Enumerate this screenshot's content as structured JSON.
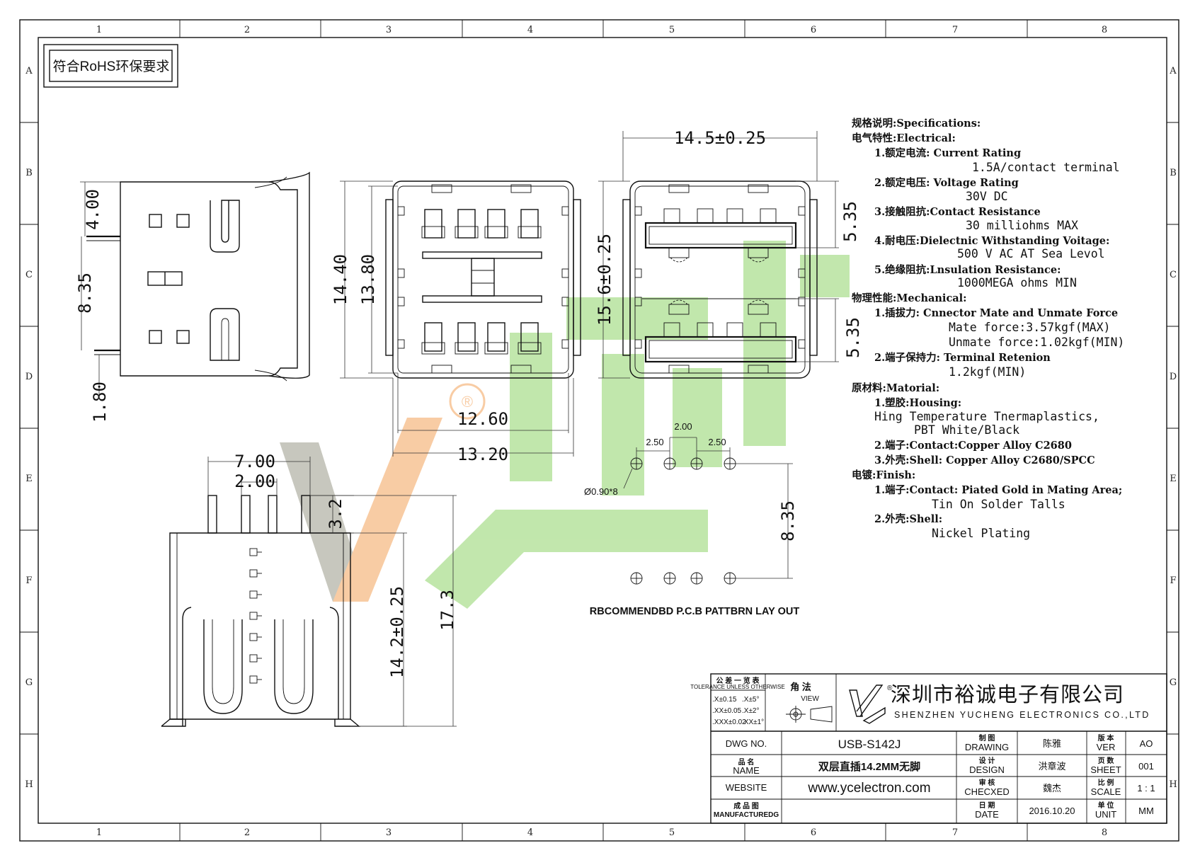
{
  "frame": {
    "col_labels": [
      "1",
      "2",
      "3",
      "4",
      "5",
      "6",
      "7",
      "8"
    ],
    "row_labels": [
      "A",
      "B",
      "C",
      "D",
      "E",
      "F",
      "G",
      "H"
    ]
  },
  "compliance_box": "符合RoHS环保要求",
  "dimensions": {
    "side_4_00": "4.00",
    "side_8_35": "8.35",
    "side_1_80": "1.80",
    "front_14_40": "14.40",
    "front_13_80": "13.80",
    "front_12_60": "12.60",
    "front_13_20": "13.20",
    "rear_14_5": "14.5±0.25",
    "rear_15_6": "15.6±0.25",
    "rear_5_35_top": "5.35",
    "rear_5_35_bottom": "5.35",
    "bottom_7_00": "7.00",
    "bottom_2_00": "2.00",
    "bottom_3_2": "3.2",
    "bottom_14_2": "14.2±0.25",
    "bottom_17_3": "17.3",
    "pcb_2_00": "2.00",
    "pcb_2_50_left": "2.50",
    "pcb_2_50_right": "2.50",
    "pcb_hole": "Ø0.90*8",
    "pcb_8_35": "8.35"
  },
  "pcb_layout_title": "RBCOMMENDBD P.C.B PATTBRN LAY OUT",
  "specifications": {
    "heading": "规格说明:Specifications:",
    "electrical": "电气特性:Electrical:",
    "current_label": "1.额定电流: Current Rating",
    "current_value": "1.5A/contact terminal",
    "voltage_label": "2.额定电压: Voltage Rating",
    "voltage_value": "30V DC",
    "contact_res_label": "3.接触阻抗:Contact Resistance",
    "contact_res_value": "30 milliohms MAX",
    "dielectric_label": "4.耐电压:Dielectnic Withstanding Voitage:",
    "dielectric_value": "500 V AC AT Sea Levol",
    "insulation_label": "5.绝缘阻抗:Lnsulation Resistance:",
    "insulation_value": "1000MEGA ohms MIN",
    "mechanical": "物理性能:Mechanical:",
    "mate_label": "1.插拔力: Cnnector Mate and Unmate Force",
    "mate_value": "Mate force:3.57kgf(MAX)",
    "unmate_value": "Unmate force:1.02kgf(MIN)",
    "retention_label": "2.端子保持力: Terminal Retenion",
    "retention_value": "1.2kgf(MIN)",
    "material": "原材料:Matorial:",
    "housing_label": "1.塑胶:Housing:",
    "housing_value1": "Hing Temperature  Tnermaplastics,",
    "housing_value2": "PBT White/Black",
    "contact_label": "2.端子:Contact:Copper Alloy C2680",
    "shell_label": "3.外壳:Shell: Copper Alloy C2680/SPCC",
    "finish": "电镀:Finish:",
    "finish_contact_label": "1.端子:Contact: Piated Gold in Mating Area;",
    "finish_contact_value": "Tin On Solder Talls",
    "finish_shell_label": "2.外壳:Shell:",
    "finish_shell_value": "Nickel Plating"
  },
  "title_block": {
    "tolerance_title": "公 差 一 览 表",
    "tolerance_sub": "TOLERANCE UNLESS OTHERWISE",
    "tol_x": ".X±0.15",
    "tol_xx": ".XX±0.05",
    "tol_xxx": ".XXX±0.02",
    "tol_ang1": ".X±5°",
    "tol_ang2": ".X±2°",
    "tol_ang3": ".XX±1°",
    "view_cn": "角 法",
    "view_en": "VIEW",
    "company_cn": "深圳市裕诚电子有限公司",
    "company_en": "SHENZHEN YUCHENG ELECTRONICS CO.,LTD",
    "dwg_no_label": "DWG NO.",
    "dwg_no_value": "USB-S142J",
    "name_cn": "品 名",
    "name_en": "NAME",
    "name_value": "双层直插14.2MM无脚",
    "website_label": "WEBSITE",
    "website_value": "www.ycelectron.com",
    "mfg_cn": "成 品 图",
    "mfg_en": "MANUFACTUREDG",
    "drawing_cn": "制 图",
    "drawing_en": "DRAWING",
    "drawing_value": "陈雅",
    "design_cn": "设 计",
    "design_en": "DESIGN",
    "design_value": "洪章波",
    "checked_cn": "审 核",
    "checked_en": "CHECXED",
    "checked_value": "魏杰",
    "date_cn": "日 期",
    "date_en": "DATE",
    "date_value": "2016.10.20",
    "ver_cn": "版 本",
    "ver_en": "VER",
    "ver_value": "AO",
    "sheet_cn": "页 数",
    "sheet_en": "SHEET",
    "sheet_value": "001",
    "scale_cn": "比 例",
    "scale_en": "SCALE",
    "scale_value": "1 : 1",
    "unit_cn": "单 位",
    "unit_en": "UNIT",
    "unit_value": "MM"
  },
  "watermark": {
    "registered": "®",
    "colors": {
      "orange": "#f4a35a",
      "green": "#8fd46a",
      "gray": "#9a9a8a"
    }
  }
}
